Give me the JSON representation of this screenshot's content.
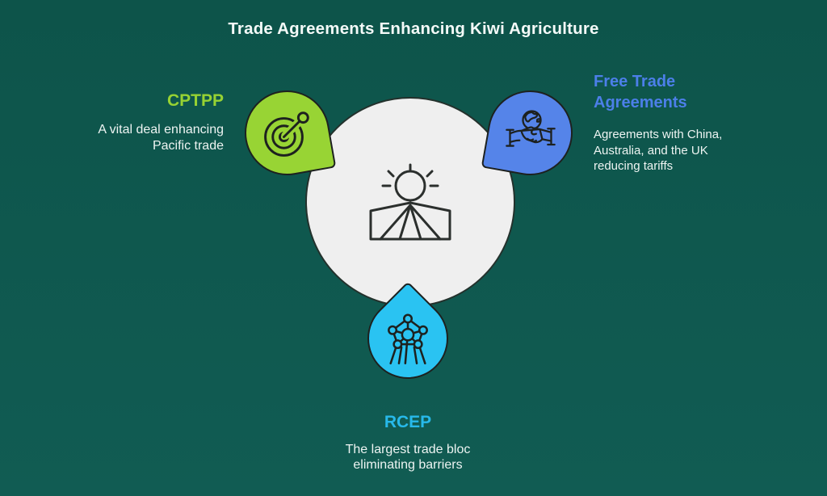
{
  "title": "Trade Agreements Enhancing Kiwi Agriculture",
  "colors": {
    "background": "#0f5a50",
    "outline": "#1d211f",
    "hub_fill": "#efefef",
    "node_green": "#98d434",
    "node_blue": "#5584e9",
    "node_cyan": "#2ac3f2",
    "heading_green": "#97d233",
    "heading_blue": "#4c7fe9",
    "heading_cyan": "#27b9ea",
    "text_light": "#edf4f2"
  },
  "hub": {
    "icon": "farm-field-sunrise-icon"
  },
  "nodes": [
    {
      "id": "cptpp",
      "title": "CPTPP",
      "description": "A vital deal enhancing\nPacific trade",
      "icon": "target-pin-icon",
      "color": "#98d434",
      "position": "top-left"
    },
    {
      "id": "fta",
      "title": "Free Trade\nAgreements",
      "description": "Agreements with China,\nAustralia, and the UK\nreducing tariffs",
      "icon": "handshake-globe-icon",
      "color": "#5584e9",
      "position": "top-right"
    },
    {
      "id": "rcep",
      "title": "RCEP",
      "description": "The largest trade bloc\neliminating barriers",
      "icon": "network-structure-icon",
      "color": "#2ac3f2",
      "position": "bottom"
    }
  ]
}
